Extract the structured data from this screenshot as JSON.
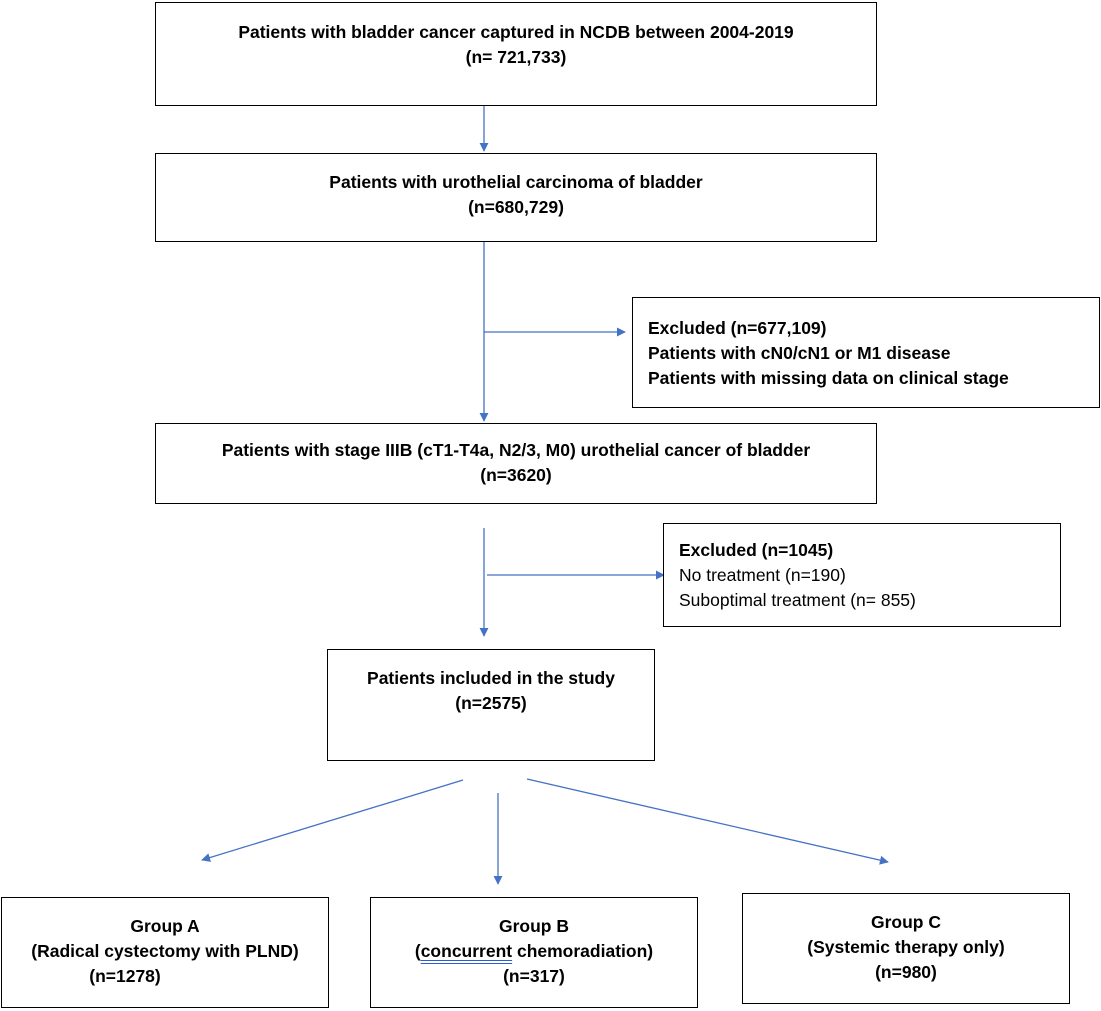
{
  "boxes": {
    "start": {
      "line1": "Patients with bladder cancer captured in NCDB between 2004-2019",
      "line2": "(n= 721,733)"
    },
    "urothelial": {
      "line1": "Patients with urothelial carcinoma of bladder",
      "line2": "(n=680,729)"
    },
    "excluded1": {
      "line1": "Excluded (n=677,109)",
      "line2": "Patients with cN0/cN1 or M1 disease",
      "line3": "Patients with missing data on clinical stage"
    },
    "stage3b": {
      "line1": "Patients with stage IIIB (cT1-T4a, N2/3, M0) urothelial cancer of bladder",
      "line2": "(n=3620)"
    },
    "excluded2": {
      "line1": "Excluded (n=1045)",
      "line2": "No treatment (n=190)",
      "line3": "Suboptimal treatment (n= 855)"
    },
    "included": {
      "line1": "Patients included in the study",
      "line2": "(n=2575)"
    },
    "groupA": {
      "line1": "Group A",
      "line2": "(Radical cystectomy with PLND)",
      "line3": "(n=1278)"
    },
    "groupB": {
      "line1": "Group B",
      "line2_open": "(",
      "line2_underlined": "concurrent",
      "line2_rest": " chemoradiation)",
      "line3": "(n=317)"
    },
    "groupC": {
      "line1": "Group C",
      "line2": "(Systemic therapy only)",
      "line3": "(n=980)"
    }
  },
  "colors": {
    "arrow": "#4472c4",
    "border": "#000000",
    "spellcheck_underline": "#2e5bd8"
  }
}
